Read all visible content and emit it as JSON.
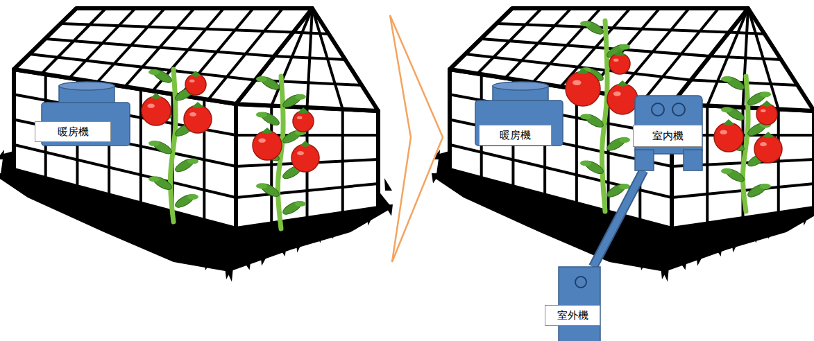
{
  "diagram": {
    "nodes": [
      {
        "text": [
          "暖房機"
        ]
      },
      {
        "text": [
          "暖房機"
        ]
      },
      {
        "text": [
          "室内機"
        ]
      },
      {
        "text": [
          "室外機"
        ]
      }
    ],
    "edges": [
      {
        "from": 2,
        "to": 3,
        "arrow": "none"
      }
    ]
  }
}
